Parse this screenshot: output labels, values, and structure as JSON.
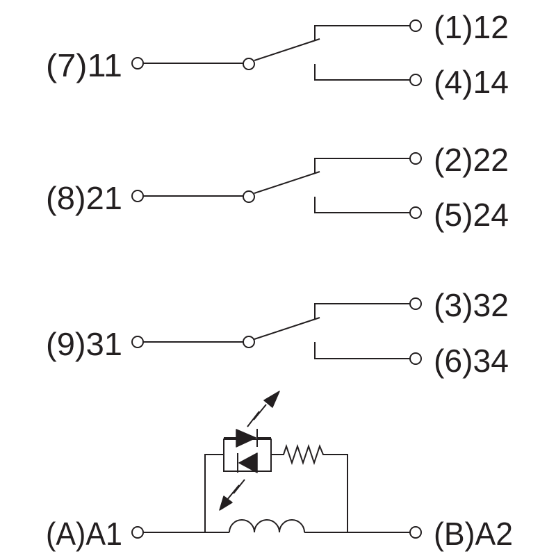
{
  "contacts": [
    {
      "common": "(7)11",
      "nc": "(1)12",
      "no": "(4)14"
    },
    {
      "common": "(8)21",
      "nc": "(2)22",
      "no": "(5)24"
    },
    {
      "common": "(9)31",
      "nc": "(3)32",
      "no": "(6)34"
    }
  ],
  "coil": {
    "left": "(A)A1",
    "right": "(B)A2"
  }
}
